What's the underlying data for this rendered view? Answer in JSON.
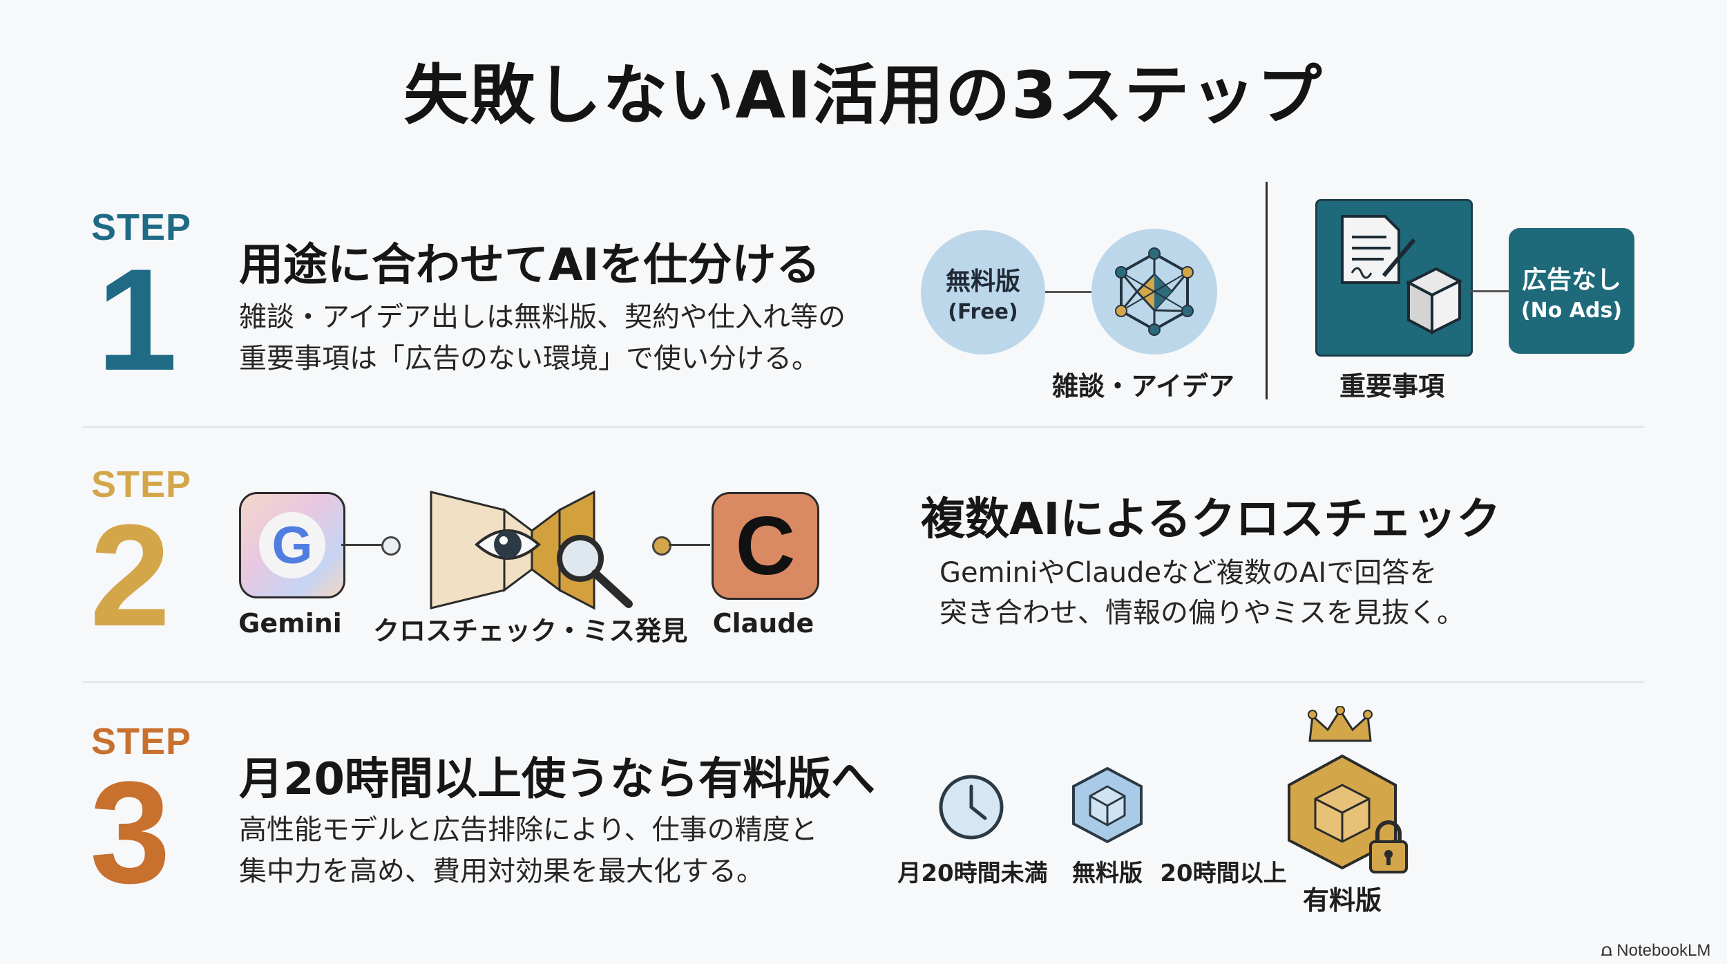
{
  "title": "失敗しないAI活用の3ステップ",
  "steps": [
    {
      "word": "STEP",
      "number": "1",
      "heading": "用途に合わせてAIを仕分ける",
      "desc_line1": "雑談・アイデア出しは無料版、契約や仕入れ等の",
      "desc_line2": "重要事項は「広告のない環境」で使い分ける。",
      "free_line1": "無料版",
      "free_line2": "(Free)",
      "idea_label": "雑談・アイデア",
      "important_label": "重要事項",
      "noads_line1": "広告なし",
      "noads_line2": "(No Ads)"
    },
    {
      "word": "STEP",
      "number": "2",
      "heading": "複数AIによるクロスチェック",
      "desc_line1": "GeminiやClaudeなど複数のAIで回答を",
      "desc_line2": "突き合わせ、情報の偏りやミスを見抜く。",
      "gemini_label": "Gemini",
      "cross_label": "クロスチェック・ミス発見",
      "claude_label": "Claude",
      "gemini_glyph": "G",
      "claude_glyph": "C"
    },
    {
      "word": "STEP",
      "number": "3",
      "heading": "月20時間以上使うなら有料版へ",
      "desc_line1": "高性能モデルと広告排除により、仕事の精度と",
      "desc_line2": "集中力を高め、費用対効果を最大化する。",
      "under20_label": "月20時間未満",
      "free_label": "無料版",
      "over20_label": "20時間以上",
      "paid_label": "有料版"
    }
  ],
  "footer": "NotebookLM",
  "colors": {
    "step1": "#1f6a84",
    "step2": "#d4a64a",
    "step3": "#c8702e",
    "teal": "#1f6a7a",
    "light_blue": "#bcd6ea"
  }
}
